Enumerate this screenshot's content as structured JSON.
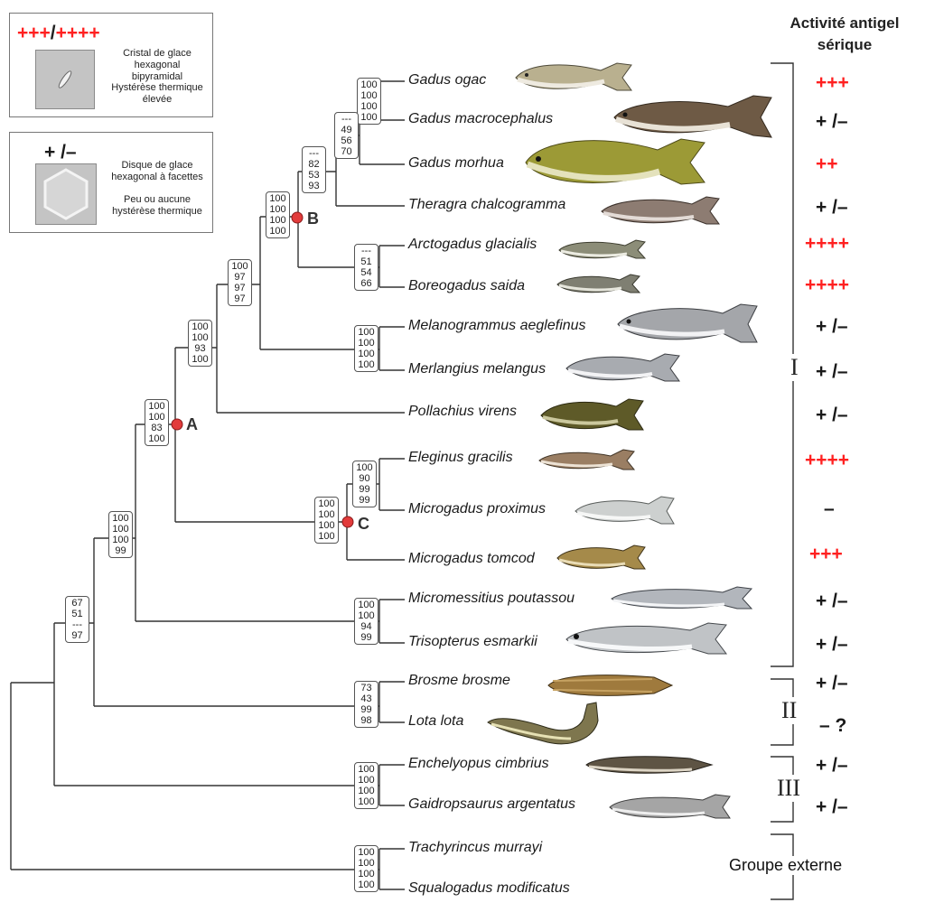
{
  "header": {
    "line1": "Activité antigel",
    "line2": "sérique"
  },
  "legend": {
    "high": {
      "symbol_high": "+++",
      "separator": "/",
      "symbol_high2": "++++",
      "text1": "Cristal de glace hexagonal bipyramidal",
      "text2": "Hystérèse thermique élevée"
    },
    "low": {
      "symbol": "+ /–",
      "text1": "Disque de glace hexagonal à facettes",
      "text2": "Peu ou aucune hystérèse thermique"
    }
  },
  "taxa": [
    {
      "name": "Gadus ogac",
      "activity": "+++",
      "activity_color": "#ff2020"
    },
    {
      "name": "Gadus macrocephalus",
      "activity": "+ /–",
      "activity_color": "#1a1a1a"
    },
    {
      "name": "Gadus morhua",
      "activity": "++",
      "activity_color": "#ff2020"
    },
    {
      "name": "Theragra chalcogramma",
      "activity": "+ /–",
      "activity_color": "#1a1a1a"
    },
    {
      "name": "Arctogadus glacialis",
      "activity": "++++",
      "activity_color": "#ff2020"
    },
    {
      "name": "Boreogadus saida",
      "activity": "++++",
      "activity_color": "#ff2020"
    },
    {
      "name": "Melanogrammus aeglefinus",
      "activity": "+ /–",
      "activity_color": "#1a1a1a"
    },
    {
      "name": "Merlangius melangus",
      "activity": "+ /–",
      "activity_color": "#1a1a1a"
    },
    {
      "name": "Pollachius virens",
      "activity": "+ /–",
      "activity_color": "#1a1a1a"
    },
    {
      "name": "Eleginus gracilis",
      "activity": "++++",
      "activity_color": "#ff2020"
    },
    {
      "name": "Microgadus proximus",
      "activity": "–",
      "activity_color": "#1a1a1a"
    },
    {
      "name": "Microgadus tomcod",
      "activity": "+++",
      "activity_color": "#ff2020"
    },
    {
      "name": "Micromessitius poutassou",
      "activity": "+ /–",
      "activity_color": "#1a1a1a"
    },
    {
      "name": "Trisopterus esmarkii",
      "activity": "+ /–",
      "activity_color": "#1a1a1a"
    },
    {
      "name": "Brosme brosme",
      "activity": "+ /–",
      "activity_color": "#1a1a1a"
    },
    {
      "name": "Lota lota",
      "activity": "– ?",
      "activity_color": "#1a1a1a"
    },
    {
      "name": "Enchelyopus cimbrius",
      "activity": "+ /–",
      "activity_color": "#1a1a1a"
    },
    {
      "name": "Gaidropsaurus argentatus",
      "activity": "+ /–",
      "activity_color": "#1a1a1a"
    },
    {
      "name": "Trachyrincus murrayi",
      "activity": "",
      "activity_color": "#1a1a1a"
    },
    {
      "name": "Squalogadus modificatus",
      "activity": "",
      "activity_color": "#1a1a1a"
    }
  ],
  "supports": [
    [
      "100",
      "100",
      "100",
      "100"
    ],
    [
      "---",
      "49",
      "56",
      "70"
    ],
    [
      "---",
      "82",
      "53",
      "93"
    ],
    [
      "100",
      "100",
      "100",
      "100"
    ],
    [
      "---",
      "51",
      "54",
      "66"
    ],
    [
      "100",
      "97",
      "97",
      "97"
    ],
    [
      "100",
      "100",
      "100",
      "100"
    ],
    [
      "100",
      "100",
      "93",
      "100"
    ],
    [
      "100",
      "100",
      "83",
      "100"
    ],
    [
      "100",
      "90",
      "99",
      "99"
    ],
    [
      "100",
      "100",
      "100",
      "100"
    ],
    [
      "100",
      "100",
      "100",
      "99"
    ],
    [
      "100",
      "100",
      "94",
      "99"
    ],
    [
      "67",
      "51",
      "---",
      "97"
    ],
    [
      "73",
      "43",
      "99",
      "98"
    ],
    [
      "100",
      "100",
      "100",
      "100"
    ],
    [
      "100",
      "100",
      "100",
      "100"
    ]
  ],
  "node_labels": {
    "A": "A",
    "B": "B",
    "C": "C"
  },
  "groups": {
    "I": "I",
    "II": "II",
    "III": "III",
    "outgroup": "Groupe externe"
  },
  "colors": {
    "highlight_red": "#ff2020",
    "node_dot": "#e23b3b"
  }
}
